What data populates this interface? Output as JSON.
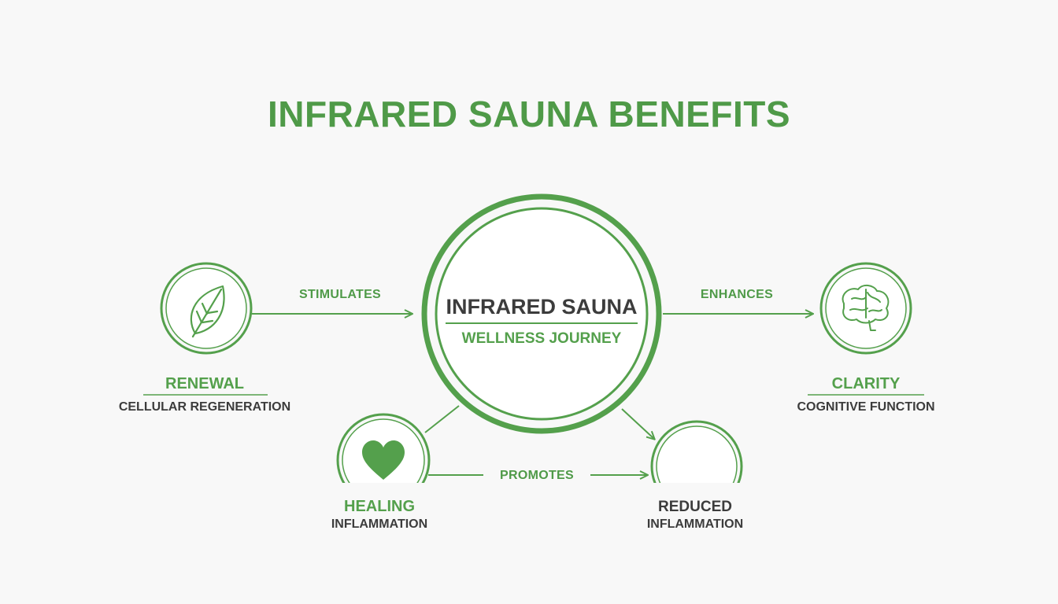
{
  "title": "INFRARED SAUNA BENEFITS",
  "colors": {
    "accent": "#54a04c",
    "text": "#3c3c3c",
    "background": "#f8f8f8"
  },
  "center": {
    "title": "INFRARED SAUNA",
    "subtitle": "WELLNESS JOURNEY"
  },
  "nodes": {
    "renewal": {
      "title": "RENEWAL",
      "subtitle": "CELLULAR REGENERATION",
      "icon": "leaf-icon"
    },
    "clarity": {
      "title": "CLARITY",
      "subtitle": "COGNITIVE FUNCTION",
      "icon": "brain-icon"
    },
    "healing": {
      "title": "HEALING",
      "subtitle": "INFLAMMATION",
      "icon": "heart-icon"
    },
    "reduced": {
      "title": "REDUCED",
      "subtitle": "INFLAMMATION"
    }
  },
  "edges": {
    "stimulates": "STIMULATES",
    "enhances": "ENHANCES",
    "promotes": "PROMOTES"
  }
}
